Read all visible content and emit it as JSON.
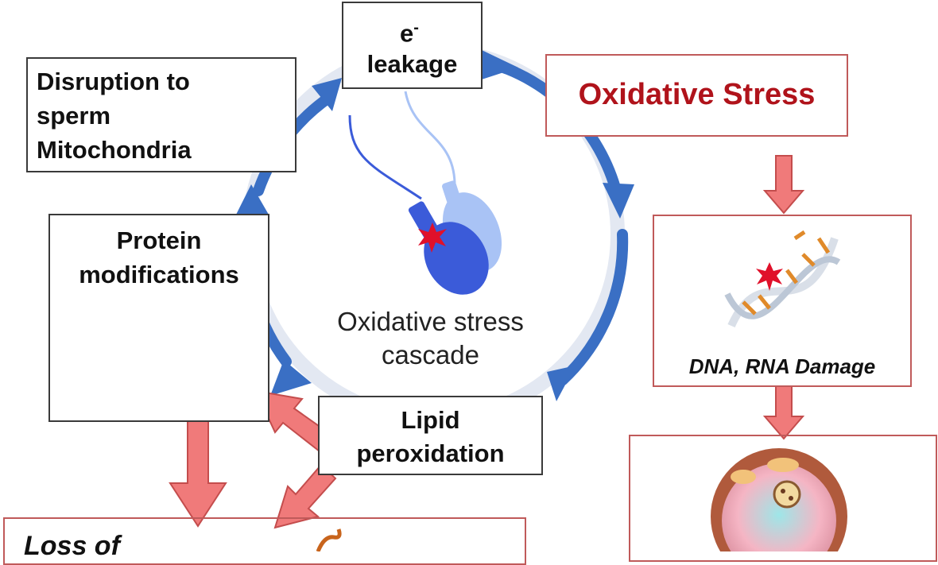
{
  "labels": {
    "e_symbol": "e",
    "e_superscript": "-",
    "leakage": "leakage",
    "disruption_line1": "Disruption to",
    "disruption_line2": "sperm",
    "disruption_line3": "Mitochondria",
    "protein_line1": "Protein",
    "protein_line2": "modifications",
    "lipid_line1": "Lipid",
    "lipid_line2": "peroxidation",
    "oxidative_stress": "Oxidative Stress",
    "dna_damage": "DNA, RNA Damage",
    "center_line1": "Oxidative stress",
    "center_line2": "cascade",
    "bottom_partial": "Loss of"
  },
  "colors": {
    "cycle_arrow": "#3a6fc4",
    "cycle_ring": "#e3e8f2",
    "pink_arrow": "#f07a7a",
    "pink_arrow_stroke": "#c44d4d",
    "title_red": "#b0131b",
    "star_red": "#e0102a",
    "star_yellow": "#f5c518",
    "sperm_blue": "#3b5bd9",
    "sperm_light": "#a9c3f5",
    "protein_red": "#c2141c",
    "protein_cyan": "#2fa7b8",
    "dna_orange": "#e08a2a",
    "mito_orange": "#e79a3f",
    "mito_teal": "#3aa3a8"
  }
}
